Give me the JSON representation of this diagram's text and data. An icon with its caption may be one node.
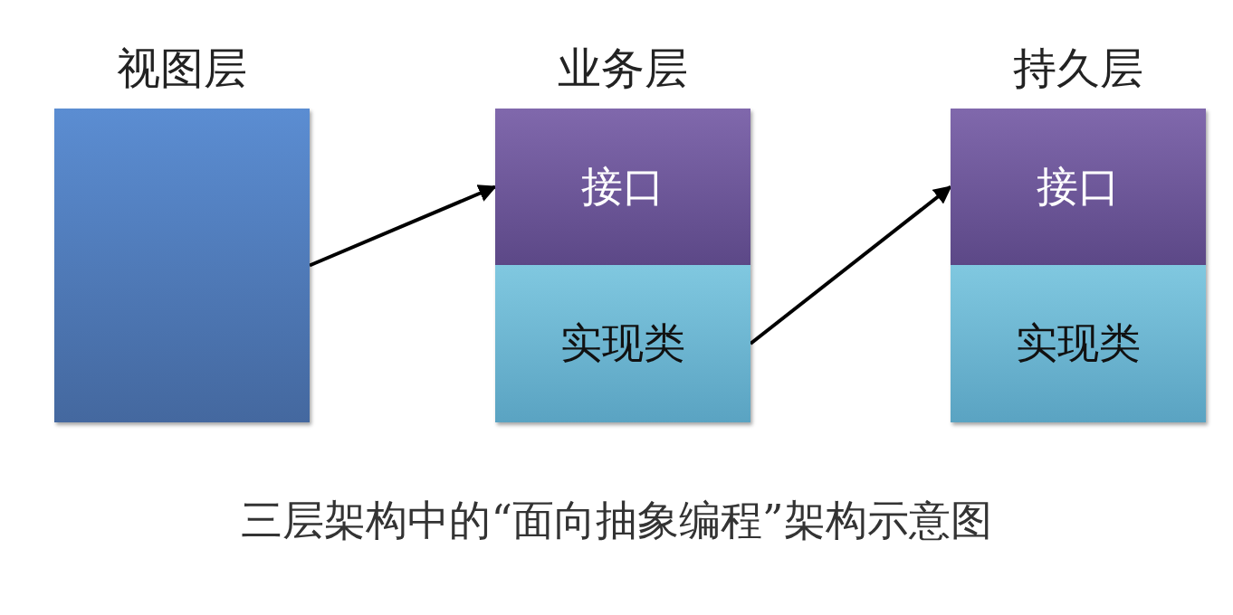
{
  "diagram": {
    "caption": "三层架构中的“面向抽象编程”架构示意图",
    "nodes": [
      {
        "text": [
          "视图层"
        ]
      },
      {
        "text": [
          "业务层"
        ]
      },
      {
        "text": [
          "接口"
        ],
        "in": 1
      },
      {
        "text": [
          "实现类"
        ],
        "in": 1
      },
      {
        "text": [
          "持久层"
        ]
      },
      {
        "text": [
          "接口"
        ],
        "in": 4
      },
      {
        "text": [
          "实现类"
        ],
        "in": 4
      }
    ],
    "edges": [
      {
        "from": 0,
        "to": 2,
        "arrow": "to"
      },
      {
        "from": 3,
        "to": 5,
        "arrow": "to"
      }
    ]
  }
}
